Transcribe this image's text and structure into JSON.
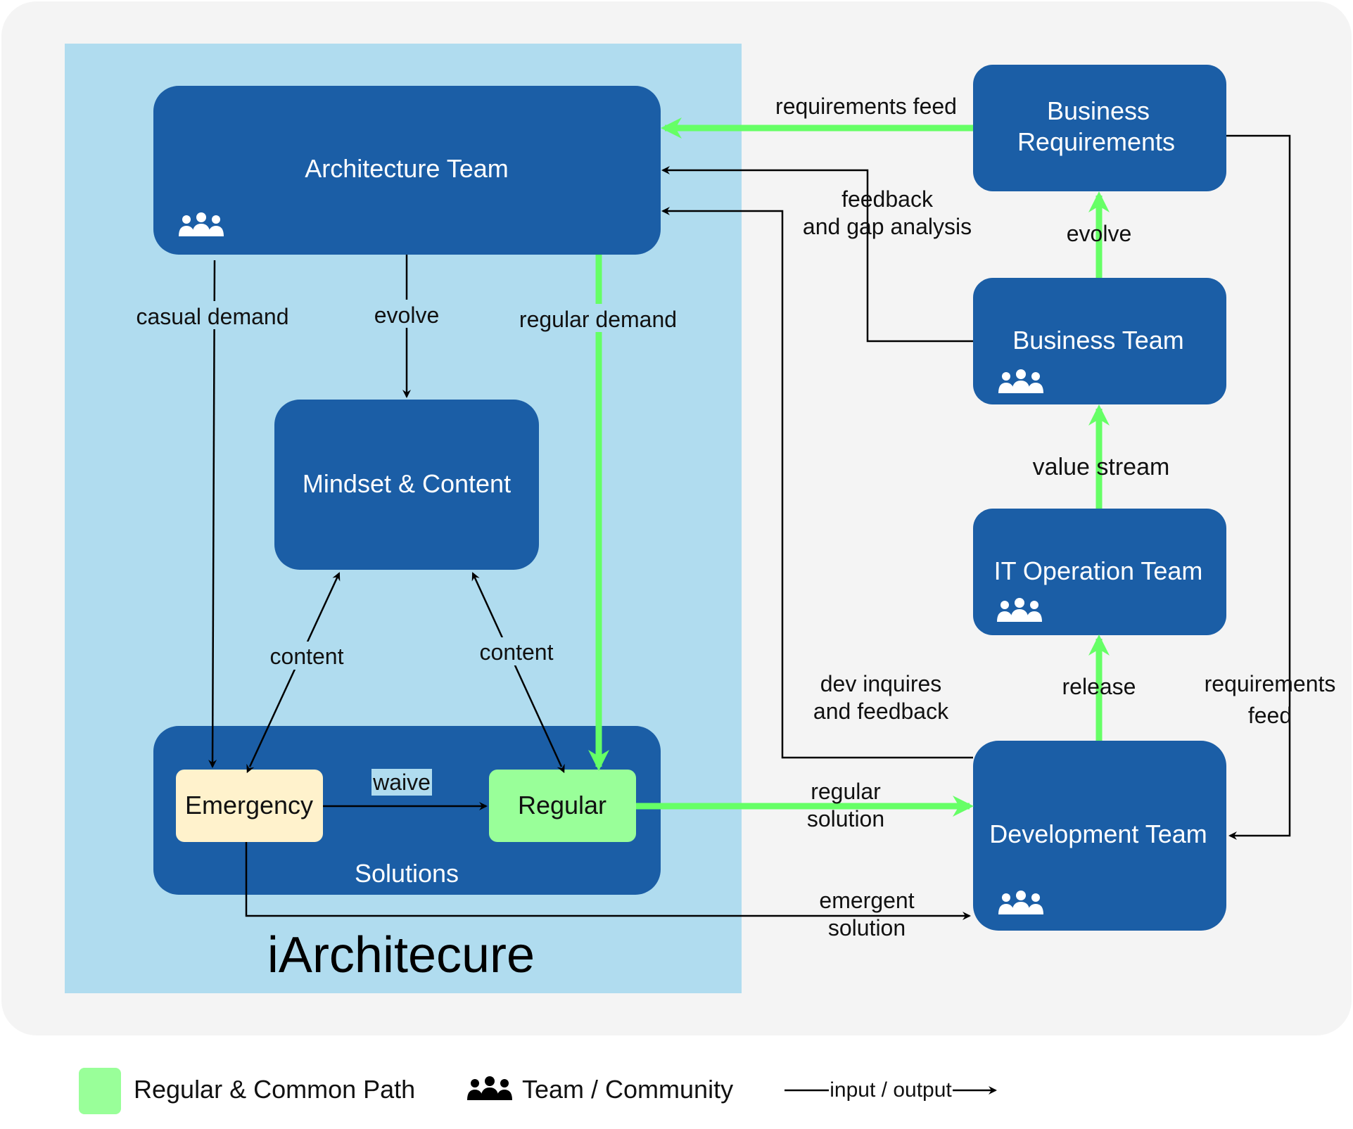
{
  "title": "iArchitecure",
  "colors": {
    "canvas_bg": "#f4f4f4",
    "zone_bg": "#b0dcef",
    "node_blue": "#1b5ea6",
    "regular_green": "#99ff99",
    "emergency_cream": "#fff2cc",
    "green_arrow": "#66ff66",
    "black_arrow": "#000000"
  },
  "nodes": {
    "architecture_team": {
      "label": "Architecture Team",
      "icon": "team-icon"
    },
    "mindset_content": {
      "label": "Mindset & Content"
    },
    "solutions": {
      "label": "Solutions"
    },
    "emergency": {
      "label": "Emergency"
    },
    "regular": {
      "label": "Regular"
    },
    "business_requirements": {
      "label_lines": [
        "Business",
        "Requirements"
      ]
    },
    "business_team": {
      "label": "Business Team",
      "icon": "team-icon"
    },
    "it_operation_team": {
      "label": "IT Operation Team",
      "icon": "team-icon"
    },
    "development_team": {
      "label": "Development Team",
      "icon": "team-icon"
    }
  },
  "edges": {
    "requirements_feed_top": "requirements feed",
    "feedback_gap": [
      "feedback",
      "and gap analysis"
    ],
    "evolve_business": "evolve",
    "value_stream": "value stream",
    "release": "release",
    "requirements_feed_right": [
      "requirements",
      "feed"
    ],
    "dev_inquires": [
      "dev inquires",
      "and feedback"
    ],
    "regular_solution": [
      "regular",
      "solution"
    ],
    "emergent_solution": [
      "emergent",
      "solution"
    ],
    "casual_demand": "casual demand",
    "evolve_arch": "evolve",
    "regular_demand": "regular demand",
    "content_left": "content",
    "content_right": "content",
    "waive": "waive"
  },
  "legend": {
    "regular_path": "Regular & Common Path",
    "team": "Team / Community",
    "io": "input / output"
  }
}
